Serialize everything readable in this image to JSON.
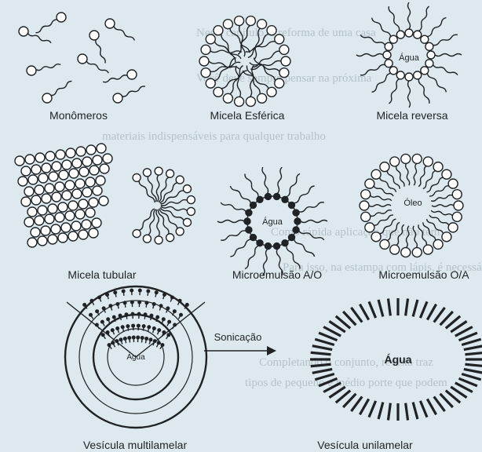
{
  "panels": {
    "monomeros": {
      "label": "Monômeros"
    },
    "micela_esferica": {
      "label": "Micela Esférica"
    },
    "micela_reversa": {
      "label": "Micela reversa",
      "inner": "Água"
    },
    "micela_tubular": {
      "label": "Micela tubular"
    },
    "microemulsao_ao": {
      "label": "Microemulsão A/O",
      "inner": "Água"
    },
    "microemulsao_oa": {
      "label": "Microemulsão O/A",
      "inner": "Óleo"
    },
    "vesicula_multi": {
      "label": "Vesícula multilamelar",
      "inner": "Água"
    },
    "vesicula_uni": {
      "label": "Vesícula unilamelar",
      "inner": "Água"
    },
    "process": {
      "label": "Sonicação"
    }
  },
  "background_text": [
    "Neste capítulo, a reforma de uma casa",
    "Você deve sempre pensar na próxima",
    "materiais indispensáveis para qualquer trabalho",
    "Como rápida aplicação que não tem",
    "Para isso, na estampa com lápis, é necessário",
    "Completando o conjunto, revista traz",
    "tipos de pequeno e médio porte que podem"
  ],
  "colors": {
    "ink": "#1f2326",
    "paper": "#dde9ee",
    "faint": "#b9c7cd",
    "white": "#ffffff"
  }
}
